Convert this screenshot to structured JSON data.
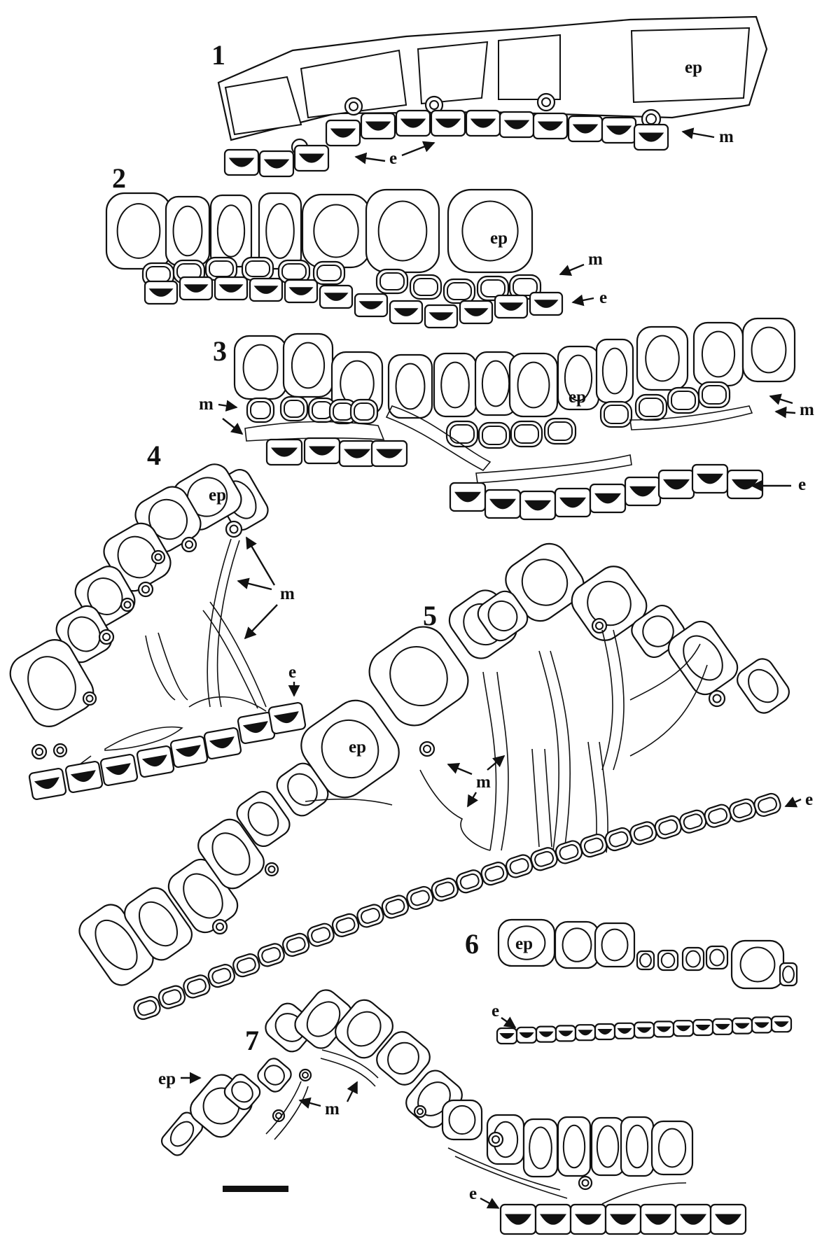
{
  "panels": [
    {
      "number": "1",
      "labels": {
        "ep": "ep",
        "m": "m",
        "e": "e"
      }
    },
    {
      "number": "2",
      "labels": {
        "ep": "ep",
        "m": "m",
        "e": "e"
      }
    },
    {
      "number": "3",
      "labels": {
        "ep": "ep",
        "m_left": "m",
        "m_right": "m",
        "e": "e"
      }
    },
    {
      "number": "4",
      "labels": {
        "ep": "ep",
        "m": "m",
        "e": "e"
      }
    },
    {
      "number": "5",
      "labels": {
        "ep": "ep",
        "m": "m",
        "e": "e"
      }
    },
    {
      "number": "6",
      "labels": {
        "ep": "ep",
        "e": "e"
      }
    },
    {
      "number": "7",
      "labels": {
        "ep": "ep",
        "m": "m",
        "e": "e"
      }
    }
  ],
  "cell_colors": {
    "outline": "#111111",
    "fill": "#ffffff"
  }
}
